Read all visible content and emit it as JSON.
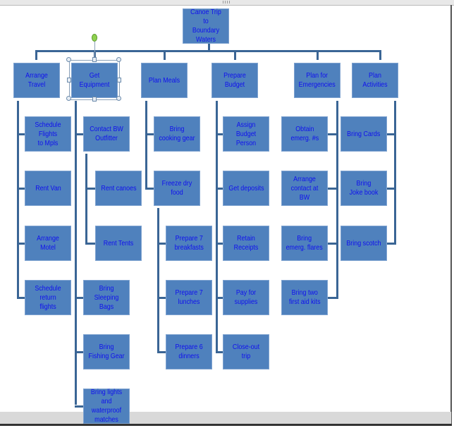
{
  "root": {
    "label": "Canoe Trip to\nBoundary  Waters"
  },
  "branches": [
    {
      "label": "Arrange Travel",
      "children": [
        "Schedule Flights\nto Mpls",
        "Rent Van",
        "Arrange Motel",
        "Schedule return\nflights"
      ]
    },
    {
      "label": "Get Equipment",
      "selected": true,
      "children": [
        "Contact BW\nOutfitter",
        "Rent  canoes",
        "Rent  Tents",
        "Bring\nSleeping  Bags",
        "Bring\nFishing  Gear",
        "Bring lights  and\nwaterproof\nmatches"
      ]
    },
    {
      "label": "Plan Meals",
      "children": [
        "Bring cooking gear",
        "Freeze dry food",
        "Prepare  7\nbreakfasts",
        "Prepare  7\nlunches",
        "Prepare  6\ndinners"
      ]
    },
    {
      "label": "Prepare Budget",
      "children": [
        "Assign Budget\nPerson",
        "Get deposits",
        "Retain Receipts",
        "Pay for supplies",
        "Close-out trip"
      ]
    },
    {
      "label": "Plan for\nEmergencies",
      "children": [
        "Obtain\nemerg.  #s",
        "Arrange\ncontact at BW",
        "Bring\nemerg.  flares",
        "Bring  two\nfirst aid kits"
      ]
    },
    {
      "label": "Plan Activities",
      "children": [
        "Bring  Cards",
        "Bring\nJoke  book",
        "Bring  scotch"
      ]
    }
  ],
  "colors": {
    "box_fill": "#4f81bd",
    "text": "#1010ee",
    "connector": "#3a6595",
    "rotate_handle": "#8fd14f"
  }
}
